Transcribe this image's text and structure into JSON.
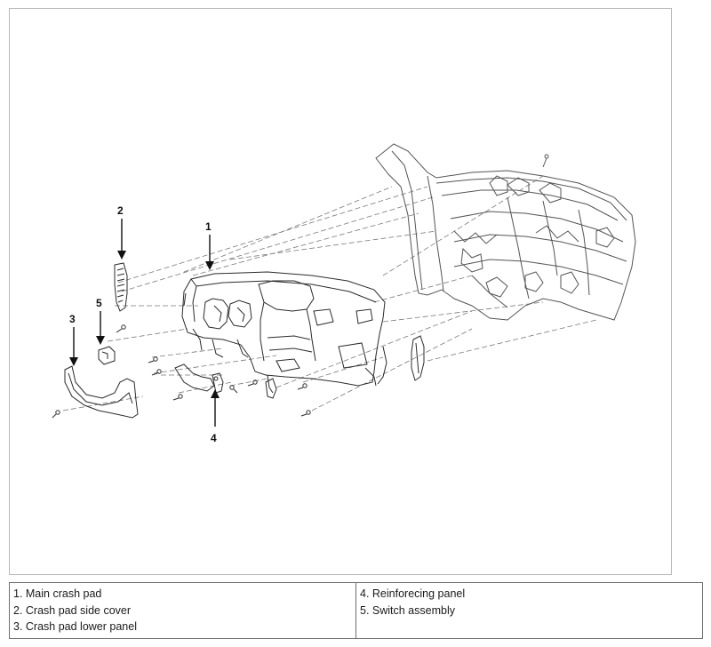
{
  "callouts": [
    "1",
    "2",
    "3",
    "4",
    "5"
  ],
  "legend": {
    "left": [
      "1. Main crash pad",
      "2. Crash pad side cover",
      "3. Crash pad lower panel"
    ],
    "right": [
      "4. Reinforecing panel",
      "5. Switch assembly"
    ]
  }
}
